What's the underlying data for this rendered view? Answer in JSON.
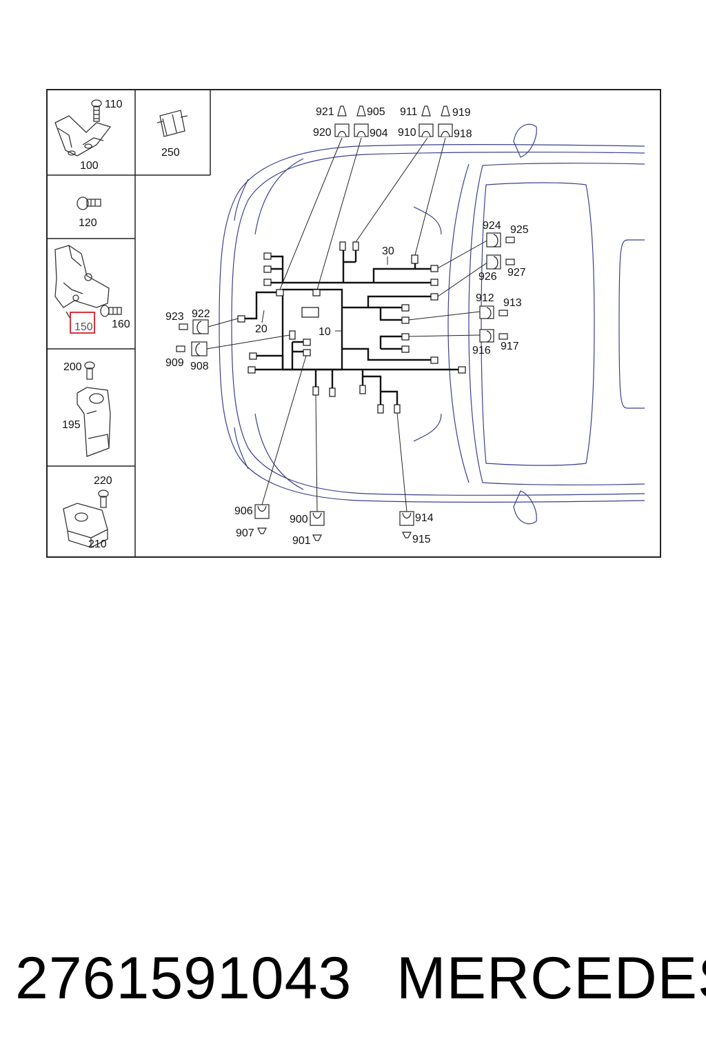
{
  "parts_panel": {
    "cell_a_labels": [
      "100",
      "110"
    ],
    "cell_b_label": "250",
    "cell_c_label": "120",
    "cell_d_labels": [
      "150",
      "160"
    ],
    "cell_e_labels": [
      "195",
      "200"
    ],
    "cell_f_labels": [
      "210",
      "220"
    ]
  },
  "harness": {
    "main_labels": [
      "10",
      "20",
      "30"
    ],
    "top_connectors": [
      "921",
      "905",
      "911",
      "919",
      "920",
      "904",
      "910",
      "918"
    ],
    "right_connectors": [
      "924",
      "925",
      "926",
      "927",
      "912",
      "913",
      "916",
      "917"
    ],
    "left_connectors": [
      "923",
      "922",
      "909",
      "908"
    ],
    "bottom_connectors": [
      "906",
      "907",
      "900",
      "901",
      "914",
      "915"
    ]
  },
  "highlight": {
    "part": "150",
    "color": "#e0303a"
  },
  "colors": {
    "car_outline": "#3a3f8f",
    "wire": "#111111",
    "border": "#222222"
  },
  "footer": {
    "part_number": "2761591043",
    "brand": "MERCEDES"
  }
}
